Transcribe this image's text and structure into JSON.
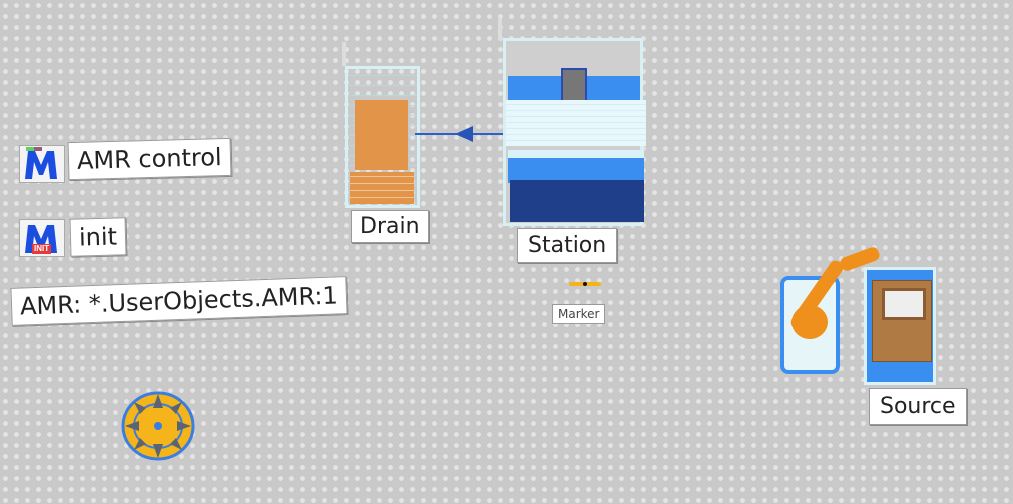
{
  "methods": [
    {
      "label": "AMR control",
      "icon": "method-icon"
    },
    {
      "label": "init",
      "icon": "method-init-icon",
      "badge": "INIT"
    }
  ],
  "variable": {
    "label": "AMR:  *.UserObjects.AMR:1"
  },
  "objects": {
    "drain": "Drain",
    "station": "Station",
    "marker": "Marker",
    "source": "Source"
  },
  "colors": {
    "accent": "#1a4de0",
    "orange": "#e29548",
    "station_blue": "#3a8ef0",
    "station_dark": "#1f3f8a",
    "robot": "#f0901c"
  }
}
